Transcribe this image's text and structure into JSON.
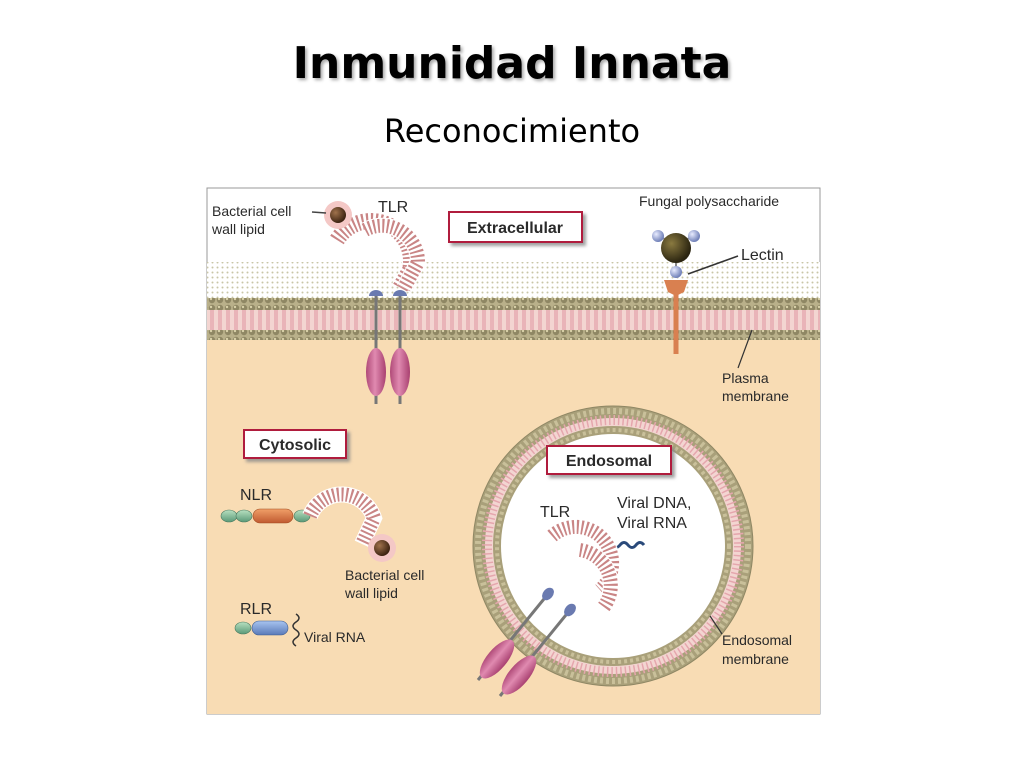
{
  "slide": {
    "title": "Inmunidad Innata",
    "subtitle": "Reconocimiento"
  },
  "diagram": {
    "labels": {
      "bacterial_cell_wall_lipid_top_1": "Bacterial cell",
      "bacterial_cell_wall_lipid_top_2": "wall lipid",
      "tlr_top": "TLR",
      "extracellular": "Extracellular",
      "fungal_polysaccharide": "Fungal polysaccharide",
      "lectin": "Lectin",
      "plasma_membrane_1": "Plasma",
      "plasma_membrane_2": "membrane",
      "cytosolic": "Cytosolic",
      "nlr": "NLR",
      "bacterial_cell_wall_lipid_bottom_1": "Bacterial cell",
      "bacterial_cell_wall_lipid_bottom_2": "wall lipid",
      "rlr": "RLR",
      "viral_rna": "Viral RNA",
      "endosomal": "Endosomal",
      "tlr_endosome": "TLR",
      "viral_dna_rna_1": "Viral DNA,",
      "viral_dna_rna_2": "Viral RNA",
      "endosomal_membrane_1": "Endosomal",
      "endosomal_membrane_2": "membrane"
    },
    "colors": {
      "cytoplasm": "#f8dcb4",
      "membrane_head": "#a9a07a",
      "membrane_tail": "#f0c6c8",
      "receptor_domain": "#d0709a",
      "lectin": "#d98050",
      "lrr_arc": "#c98585",
      "label_box_border": "#b01c3c"
    }
  }
}
